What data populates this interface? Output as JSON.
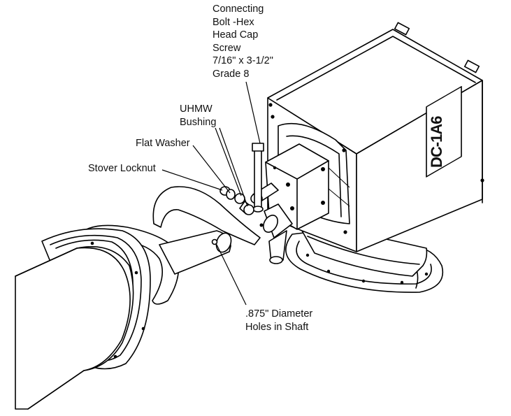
{
  "callouts": {
    "bolt": [
      "Connecting",
      "Bolt -Hex",
      "Head Cap",
      "Screw",
      "7/16\" x 3-1/2\"",
      "Grade 8"
    ],
    "bushing": [
      "UHMW",
      "Bushing"
    ],
    "washer": "Flat Washer",
    "locknut": "Stover Locknut",
    "holes": [
      ".875\" Diameter",
      "Holes in Shaft"
    ]
  },
  "housing_stencil": "DC-1A6"
}
